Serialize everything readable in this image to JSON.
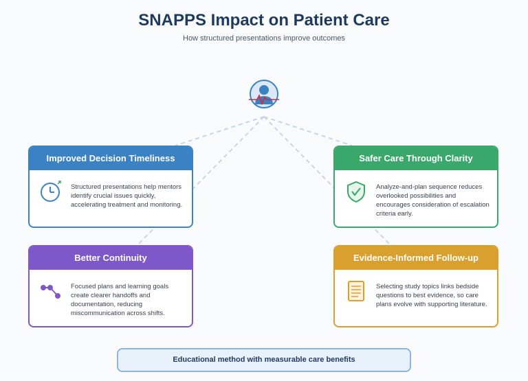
{
  "header": {
    "title": "SNAPPS Impact on Patient Care",
    "subtitle": "How structured presentations improve outcomes"
  },
  "center": {
    "icon": "patient-heartbeat-icon"
  },
  "cards": {
    "timeliness": {
      "title": "Improved Decision Timeliness",
      "text": "Structured presentations help mentors identify crucial issues quickly, accelerating treatment and monitoring.",
      "icon": "clock-icon",
      "color": "#3b82c4"
    },
    "safety": {
      "title": "Safer Care Through Clarity",
      "text": "Analyze-and-plan sequence reduces overlooked possibilities and encourages consideration of escalation criteria early.",
      "icon": "shield-check-icon",
      "color": "#3aa86a"
    },
    "continuity": {
      "title": "Better Continuity",
      "text": "Focused plans and learning goals create clearer handoffs and documentation, reducing miscommunication across shifts.",
      "icon": "connected-nodes-icon",
      "color": "#7e57c8"
    },
    "evidence": {
      "title": "Evidence-Informed Follow-up",
      "text": "Selecting study topics links bedside questions to best evidence, so care plans evolve with supporting literature.",
      "icon": "document-icon",
      "color": "#d9a030"
    }
  },
  "footer": {
    "text": "Educational method with measurable care benefits"
  }
}
